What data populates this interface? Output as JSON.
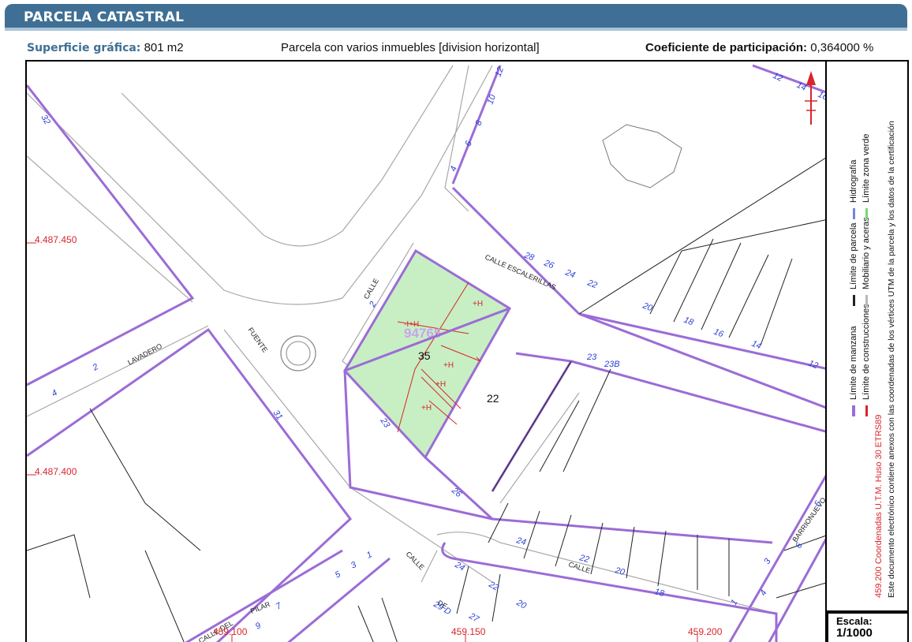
{
  "header": {
    "title": "PARCELA CATASTRAL"
  },
  "info": {
    "surface_label": "Superficie gráfica:",
    "surface_value": "801 m2",
    "description": "Parcela con varios inmuebles [division horizontal]",
    "coef_label": "Coeficiente de participación:",
    "coef_value": "0,364000 %"
  },
  "map": {
    "parcel_ref": "94765",
    "parcel_number": "35",
    "neighbor_number": "22",
    "mark_label": "+H",
    "mark_label_2": "-I+H",
    "streets": {
      "calle_upper": "CALLE",
      "escalerillas": "CALLE  ESCALERILLAS",
      "fuente": "FUENTE",
      "lavadero": "LAVADERO",
      "calle_lower": "CALLE",
      "de": "DE",
      "calle_right": "CALLE",
      "barrionuevo": "BARRIONUEVO",
      "pilar": "PILAR",
      "calle_del": "CALLE DEL"
    },
    "house_numbers": [
      "32",
      "12",
      "10",
      "8",
      "6",
      "4",
      "28",
      "26",
      "24",
      "22",
      "20",
      "18",
      "16",
      "14",
      "12",
      "2",
      "2",
      "4",
      "31",
      "23",
      "26",
      "24",
      "22",
      "20",
      "18",
      "23",
      "23B",
      "5",
      "3",
      "1",
      "7",
      "24",
      "22",
      "20",
      "29 D",
      "27",
      "5",
      "6",
      "3",
      "1",
      "4",
      "12",
      "14",
      "16",
      "9"
    ],
    "coordinates": {
      "y_upper": "4.487.450",
      "y_lower": "4.487.400",
      "x_left": "459.100",
      "x_mid": "459.150",
      "x_right": "459.200"
    }
  },
  "legend": {
    "items": [
      {
        "label": "Límite de manzana",
        "color": "#9b6cd6"
      },
      {
        "label": "Límite de parcela",
        "color": "#222222"
      },
      {
        "label": "Hidrografía",
        "color": "#6f86e0"
      },
      {
        "label": "Límite de construcciones",
        "color": "#d9252b"
      },
      {
        "label": "Mobiliario y aceras",
        "color": "#b8b8b8"
      },
      {
        "label": "Límite zona verde",
        "color": "#7ad67a"
      }
    ],
    "coord_note": "459.200 Coordenadas U.T.M. Huso 30 ETRS89",
    "doc_note": "Este documento electrónico contiene anexos con las coordenadas de los vértices UTM de la parcela y los datos de la certificación"
  },
  "scale": {
    "label": "Escala:",
    "value": "1/1000"
  }
}
